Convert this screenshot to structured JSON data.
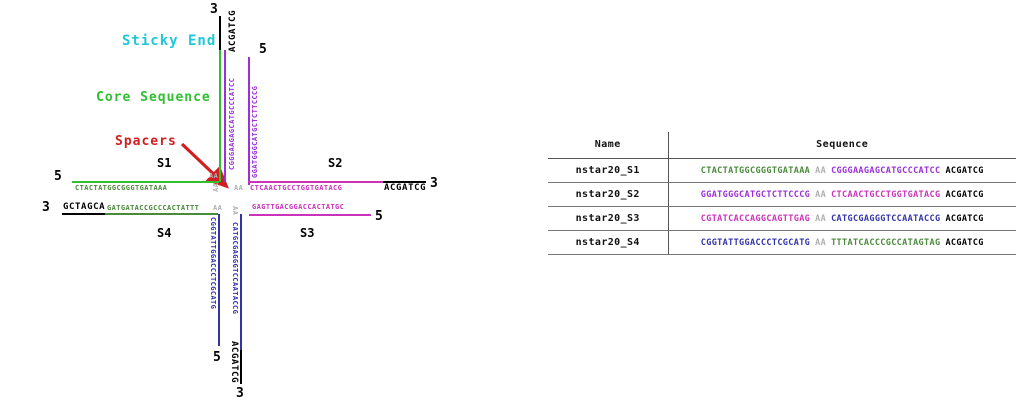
{
  "colors": {
    "green": "#4a8b3b",
    "green_bright": "#2fbf2f",
    "purple": "#9b30d9",
    "magenta": "#cc33bb",
    "blue": "#3333aa",
    "black": "#000000",
    "grey": "#b0b0b0",
    "cyan": "#1ec8d8",
    "red": "#d11f1f"
  },
  "legend": {
    "sticky_end": "Sticky End",
    "core_sequence": "Core Sequence",
    "spacers": "Spacers"
  },
  "diagram": {
    "arm_labels": {
      "s1": "S1",
      "s2": "S2",
      "s3": "S3",
      "s4": "S4"
    },
    "end_labels": {
      "top_3": "3",
      "top_right_5": "5",
      "left_5": "5",
      "left_3": "3",
      "right_3": "3",
      "right_5": "5",
      "bottom_5": "5",
      "bottom_3": "3"
    },
    "strands": {
      "s1_horizontal_core": "CTACTATGGCGGGTGATAAA",
      "s1_spacer": "AA",
      "s1_vertical_core": "CGGGAAGAGCATGCCCATCC",
      "s1_sticky": "ACGATCG",
      "s2_vertical_core": "GGATGGGCATGCTCTTCCCG",
      "s2_spacer": "AA",
      "s2_horizontal_core": "CTCAACTGCCTGGTGATACG",
      "s2_sticky": "ACGATCG",
      "s3_horizontal_core": "GAGTTGACGGACCACTATGC",
      "s3_spacer": "AA",
      "s3_vertical_core": "CATGCGAGGGTCCAATACCG",
      "s3_sticky": "ACGATCG",
      "s4_vertical_core": "CGGTATTGGACCCTCGCATG",
      "s4_spacer": "AA",
      "s4_horizontal_core": "GATGATACCGCCCACTATTT",
      "s4_sticky": "GCTAGCA"
    }
  },
  "table": {
    "headers": {
      "name": "Name",
      "sequence": "Sequence"
    },
    "rows": [
      {
        "name": "nstar20_S1",
        "part1": "CTACTATGGCGGGTGATAAA",
        "part1_color": "#4a8b3b",
        "spacer": "AA",
        "part2": "CGGGAAGAGCATGCCCATCC",
        "part2_color": "#9b30d9",
        "sticky": "ACGATCG"
      },
      {
        "name": "nstar20_S2",
        "part1": "GGATGGGCATGCTCTTCCCG",
        "part1_color": "#9b30d9",
        "spacer": "AA",
        "part2": "CTCAACTGCCTGGTGATACG",
        "part2_color": "#cc33bb",
        "sticky": "ACGATCG"
      },
      {
        "name": "nstar20_S3",
        "part1": "CGTATCACCAGGCAGTTGAG",
        "part1_color": "#cc33bb",
        "spacer": "AA",
        "part2": "CATGCGAGGGTCCAATACCG",
        "part2_color": "#3333aa",
        "sticky": "ACGATCG"
      },
      {
        "name": "nstar20_S4",
        "part1": "CGGTATTGGACCCTCGCATG",
        "part1_color": "#3333aa",
        "spacer": "AA",
        "part2": "TTTATCACCCGCCATAGTAG",
        "part2_color": "#4a8b3b",
        "sticky": "ACGATCG"
      }
    ]
  }
}
